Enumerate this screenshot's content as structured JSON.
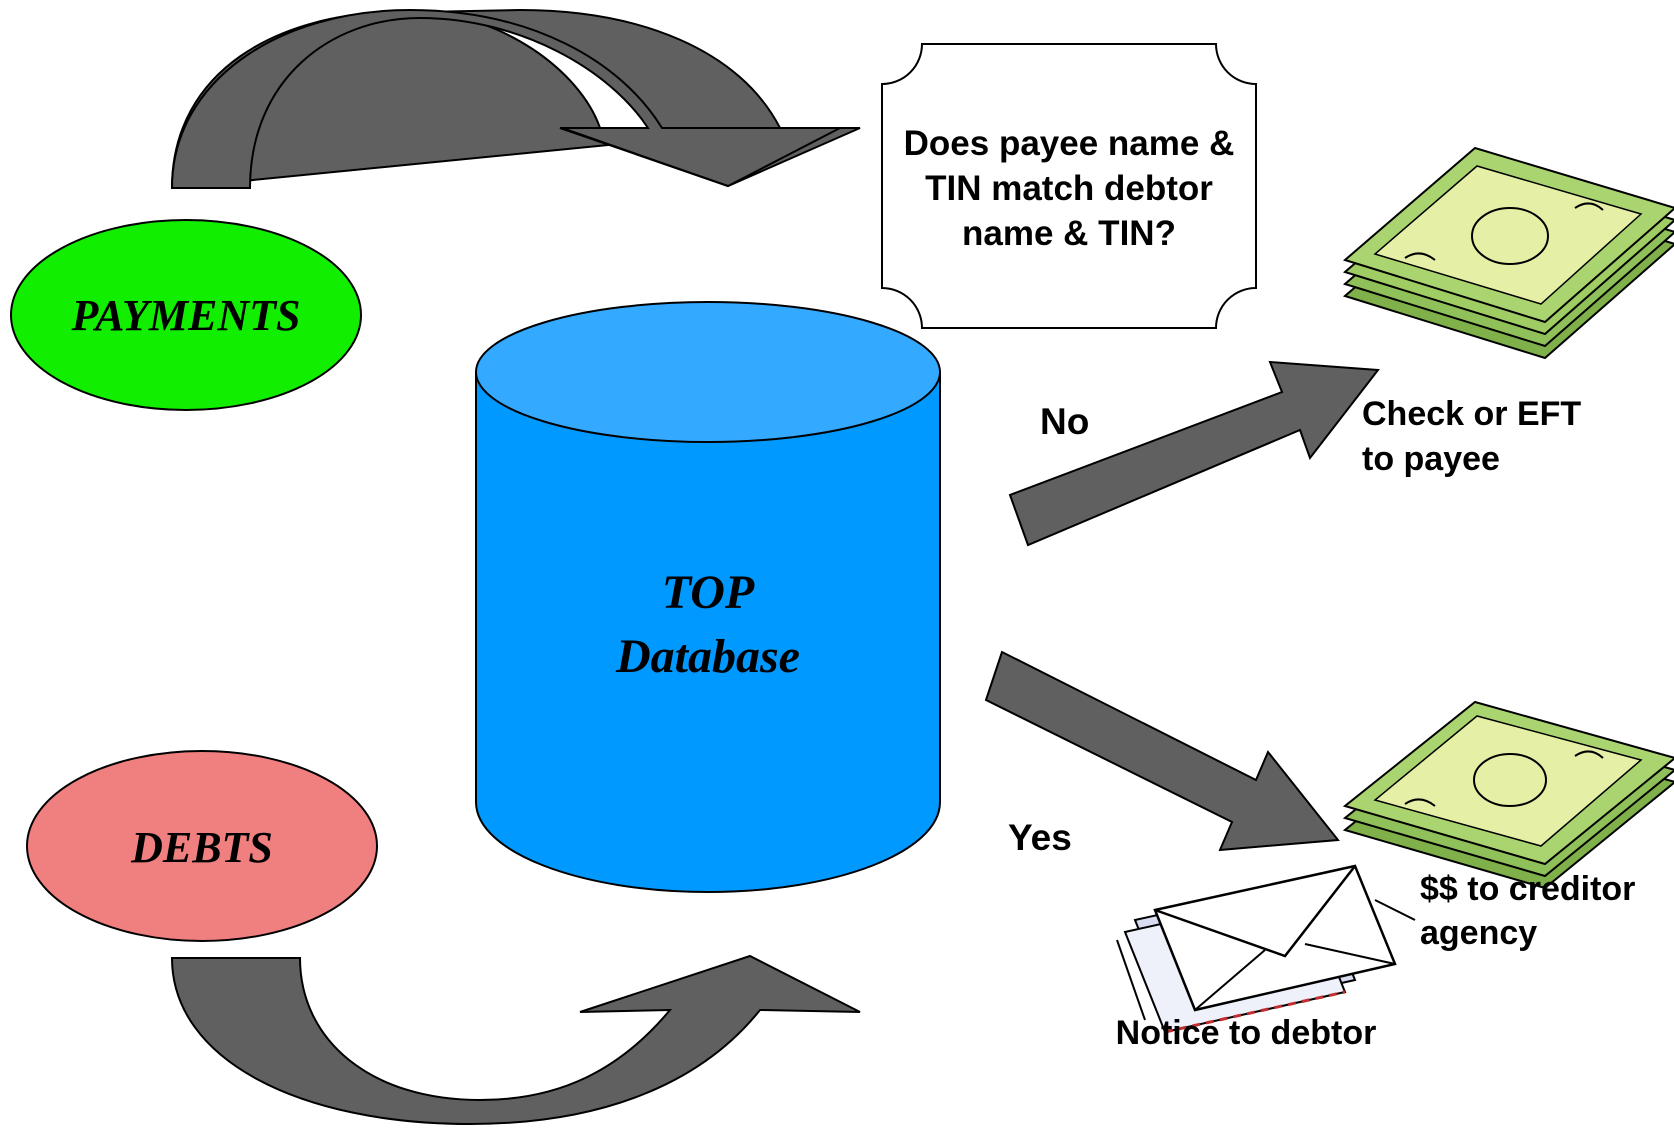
{
  "nodes": {
    "payments": {
      "label": "PAYMENTS",
      "fill": "#11ee00"
    },
    "debts": {
      "label": "DEBTS",
      "fill": "#f07f7f"
    },
    "database": {
      "line1": "TOP",
      "line2": "Database",
      "fill": "#0099ff",
      "top_fill": "#33aaff"
    }
  },
  "decision": {
    "lines": [
      "Does payee name &",
      "TIN match debtor",
      "name & TIN?"
    ]
  },
  "branches": {
    "no": {
      "label": "No"
    },
    "yes": {
      "label": "Yes"
    }
  },
  "outcomes": {
    "payee": {
      "lines": [
        "Check or EFT",
        "to payee"
      ]
    },
    "creditor": {
      "lines": [
        "$$ to creditor",
        "agency"
      ]
    },
    "debtor": {
      "label": "Notice to debtor"
    }
  },
  "colors": {
    "arrow": "#606060",
    "money": "#9acd5a",
    "money_light": "#e8f0a8"
  }
}
